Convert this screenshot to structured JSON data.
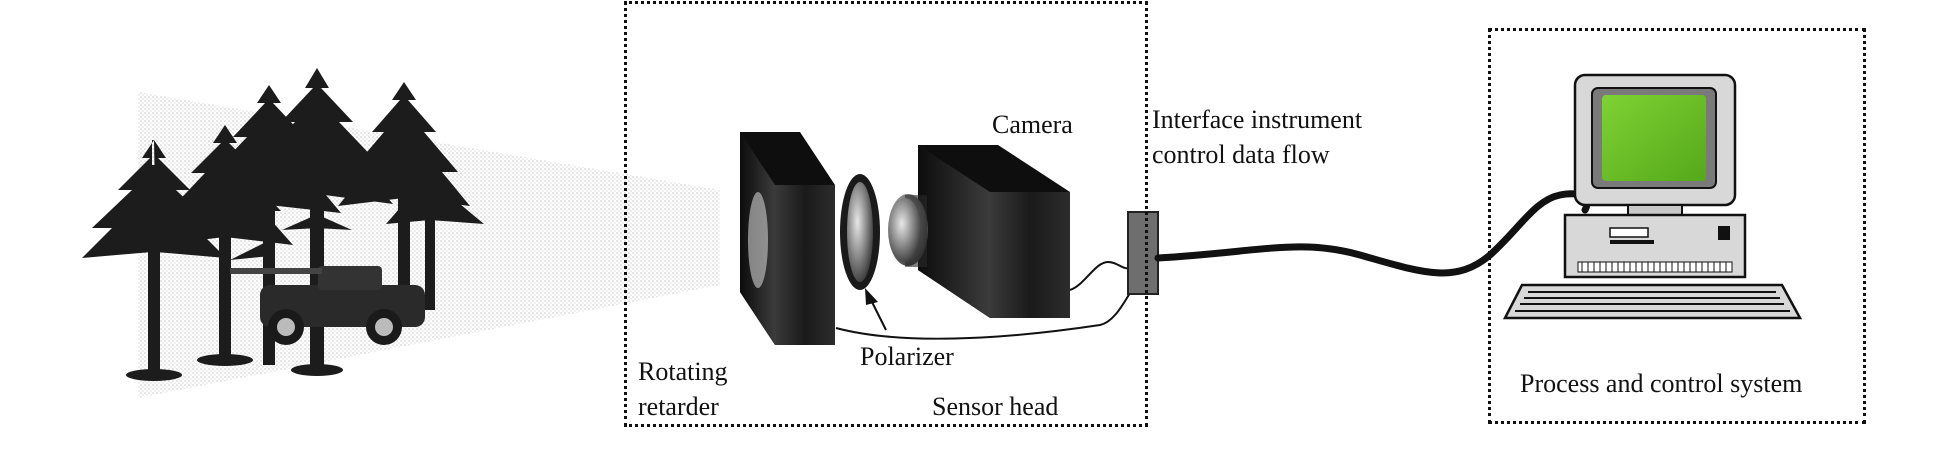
{
  "labels": {
    "camera": "Camera",
    "polarizer": "Polarizer",
    "retarder_line1": "Rotating",
    "retarder_line2": "retarder",
    "sensor_head": "Sensor head",
    "interface_line1": "Interface instrument",
    "interface_line2": "control data flow",
    "process_system": "Process and control system"
  },
  "colors": {
    "outline": "#111111",
    "monitor_screen": "#66bb22",
    "computer_body": "#d8d8d8",
    "tree_silhouette": "#1c1c1c",
    "interface_box": "#6e6e6e"
  }
}
